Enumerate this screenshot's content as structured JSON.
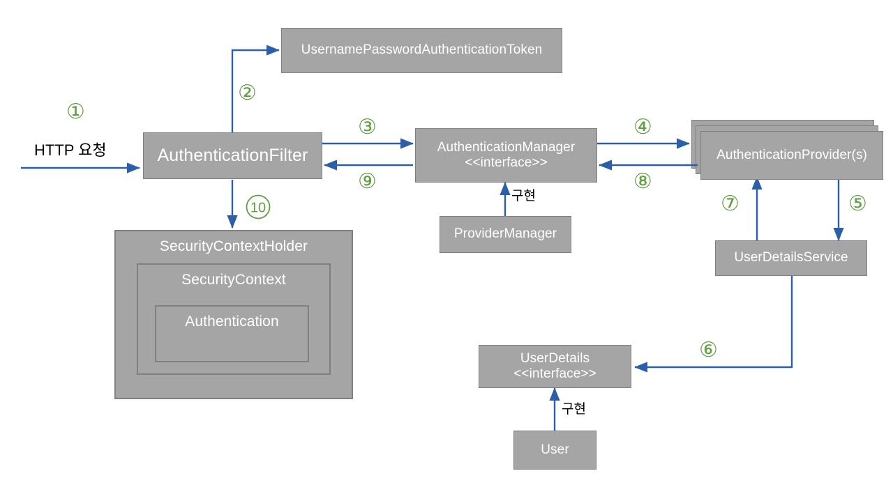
{
  "diagram": {
    "title": "Spring Security Authentication Flow",
    "colors": {
      "box_fill": "#a5a5a5",
      "box_border": "#7f7f7f",
      "box_text": "#ffffff",
      "arrow": "#2b5faa",
      "step_number": "#5f9e41",
      "plain_text": "#000000",
      "background": "#ffffff"
    },
    "boxes": {
      "token": "UsernamePasswordAuthenticationToken",
      "auth_filter": "AuthenticationFilter",
      "auth_manager_line1": "AuthenticationManager",
      "auth_manager_line2": "<<interface>>",
      "auth_provider": "AuthenticationProvider(s)",
      "provider_manager": "ProviderManager",
      "user_details_service": "UserDetailsService",
      "user_details_line1": "UserDetails",
      "user_details_line2": "<<interface>>",
      "user": "User",
      "security_context_holder": "SecurityContextHolder",
      "security_context": "SecurityContext",
      "authentication": "Authentication"
    },
    "labels": {
      "http_request": "HTTP 요청",
      "implements_manager": "구현",
      "implements_user": "구현"
    },
    "steps": {
      "s1": "①",
      "s2": "②",
      "s3": "③",
      "s4": "④",
      "s5": "⑤",
      "s6": "⑥",
      "s7": "⑦",
      "s8": "⑧",
      "s9": "⑨",
      "s10": "10"
    }
  }
}
